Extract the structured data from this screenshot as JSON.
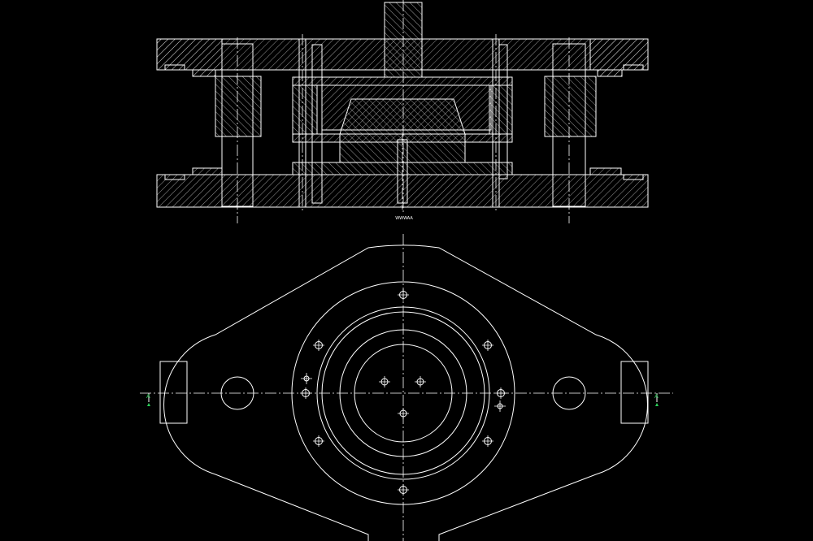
{
  "section_view": {
    "caption": "WWWAA"
  },
  "plan_view": {
    "bolt_hole_count": 8,
    "section_marks": [
      "A",
      "A"
    ]
  },
  "colors": {
    "background": "#000000",
    "lines": "#ffffff",
    "section_marker": "#2bd15a"
  }
}
